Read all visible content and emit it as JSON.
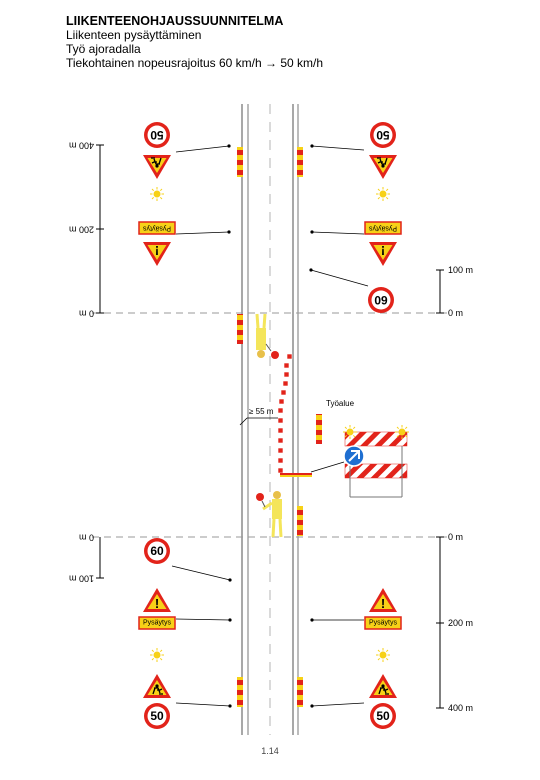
{
  "header": {
    "title": "LIIKENTEENOHJAUSSUUNNITELMA",
    "line1": "Liikenteen pysäyttäminen",
    "line2": "Työ ajoradalla",
    "line3": "Tiekohtainen nopeusrajoitus 60 km/h → 50 km/h"
  },
  "labels": {
    "dist_400_left": "400 m",
    "dist_200_left": "200 m",
    "dist_0_left_top": "0 m",
    "dist_0_left_bottom": "0 m",
    "dist_100_left_bottom": "100 m",
    "dist_100_right_top": "100 m",
    "dist_0_right_top": "0 m",
    "dist_0_right_bottom": "0 m",
    "dist_200_right_bottom": "200 m",
    "dist_400_right_bottom": "400 m",
    "work_area": "Työalue",
    "taper_length": "≥ 55 m",
    "sign_50": "50",
    "sign_60": "60",
    "sign_pysaytys": "Pysäytys",
    "exclamation": "!"
  },
  "footer": {
    "page": "1.14"
  },
  "colors": {
    "red": "#e2231a",
    "yellow": "#f7d117",
    "white": "#ffffff",
    "blue": "#1f6fd1",
    "road_line": "#7a7a7a",
    "dashed": "#9a9a9a"
  }
}
